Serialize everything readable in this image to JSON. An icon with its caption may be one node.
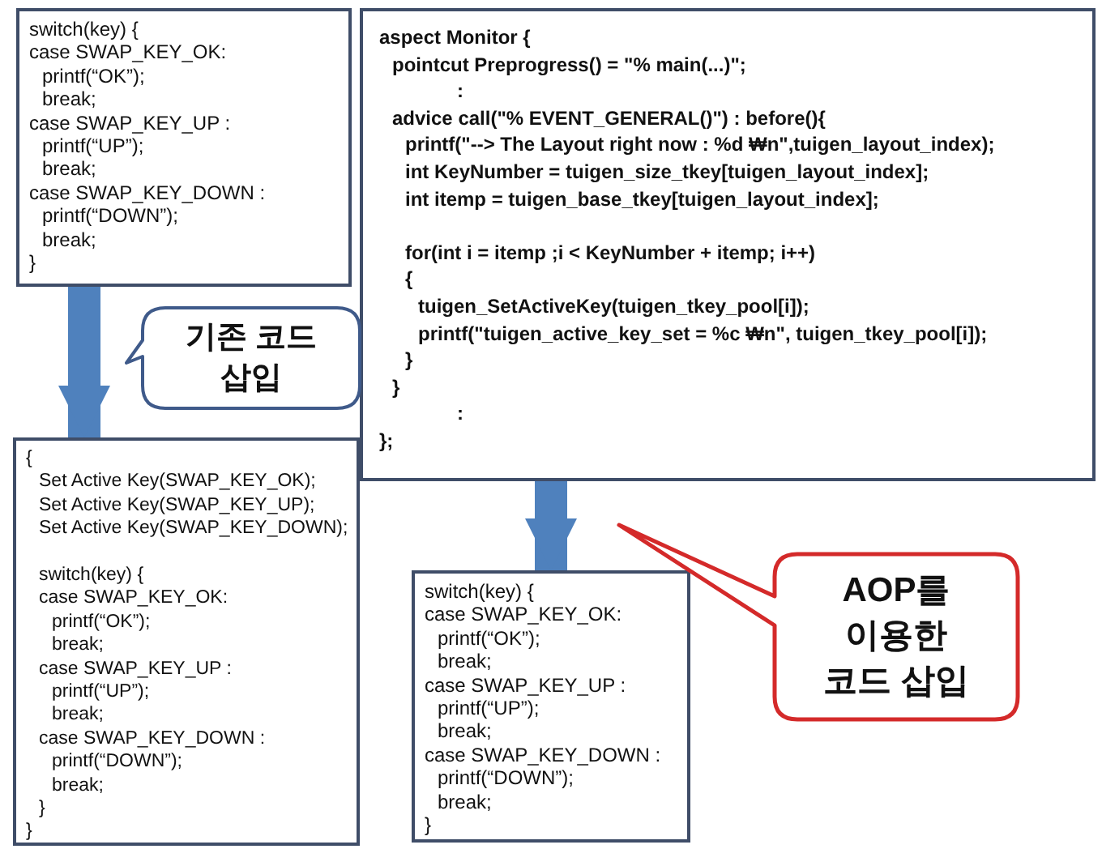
{
  "diagram": {
    "nodes": [
      {
        "text": [
          "switch(key) {",
          "case SWAP_KEY_OK:",
          "printf(“OK”);",
          "break;",
          "case SWAP_KEY_UP :",
          "printf(“UP”);",
          "break;",
          "case SWAP_KEY_DOWN :",
          "printf(“DOWN”);",
          "break;",
          "}"
        ]
      },
      {
        "text": [
          "aspect Monitor {",
          "pointcut Preprogress() = \"% main(...)\";",
          ":",
          "advice call(\"% EVENT_GENERAL()\")  : before(){",
          "printf(\"--> The Layout right now : %d ₩n\",tuigen_layout_index);",
          "int KeyNumber = tuigen_size_tkey[tuigen_layout_index];",
          "int itemp = tuigen_base_tkey[tuigen_layout_index];",
          "for(int i = itemp ;i  < KeyNumber + itemp; i++)",
          "{",
          "tuigen_SetActiveKey(tuigen_tkey_pool[i]);",
          "printf(\"tuigen_active_key_set = %c ₩n\", tuigen_tkey_pool[i]);",
          "}",
          "}",
          ":",
          "};"
        ]
      },
      {
        "text": [
          "{",
          "Set Active Key(SWAP_KEY_OK);",
          "Set Active Key(SWAP_KEY_UP);",
          "Set Active Key(SWAP_KEY_DOWN);",
          "switch(key) {",
          "case SWAP_KEY_OK:",
          "printf(“OK”);",
          "break;",
          "case SWAP_KEY_UP :",
          "printf(“UP”);",
          "break;",
          "case SWAP_KEY_DOWN :",
          "printf(“DOWN”);",
          "break;",
          "}",
          "}"
        ]
      },
      {
        "text": [
          "switch(key) {",
          "case SWAP_KEY_OK:",
          "printf(“OK”);",
          "break;",
          "case SWAP_KEY_UP :",
          "printf(“UP”);",
          "break;",
          "case SWAP_KEY_DOWN :",
          "printf(“DOWN”);",
          "break;",
          "}"
        ]
      },
      {
        "text": [
          "기존 코드 삽입"
        ]
      },
      {
        "text": [
          "AOP를 이용한 코드 삽입"
        ]
      }
    ],
    "edges": [
      {
        "from": 0,
        "to": 2,
        "arrow": "to"
      },
      {
        "from": 1,
        "to": 3,
        "arrow": "to"
      }
    ]
  }
}
